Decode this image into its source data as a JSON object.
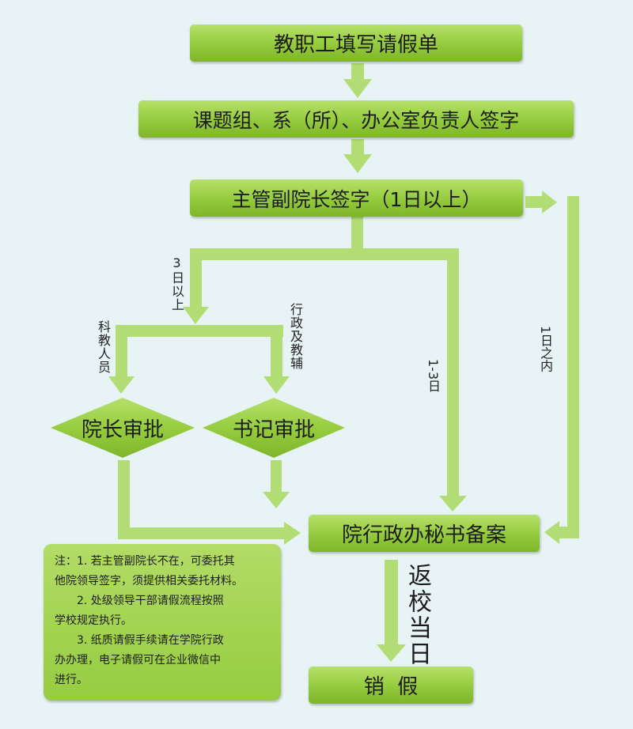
{
  "nodes": {
    "step1": "教职工填写请假单",
    "step2": "课题组、系（所）、办公室负责人签字",
    "step3": "主管副院长签字（1日以上）",
    "dean": "院长审批",
    "secretary": "书记审批",
    "filing": "院行政办秘书备案",
    "close": "销  假"
  },
  "edge_labels": {
    "over3": "3日以上",
    "research": "科教人员",
    "admin": "行政及教辅",
    "days13": "1-3日",
    "within1": "1日之内",
    "sameday": "返校当日"
  },
  "note": {
    "line1": "注：1. 若主管副院长不在，可委托其",
    "line2": "他院领导签字，须提供相关委托材料。",
    "line3": "2. 处级领导干部请假流程按照",
    "line4": "学校规定执行。",
    "line5": "3. 纸质请假手续请在学院行政",
    "line6": "办办理，电子请假可在企业微信中",
    "line7": "进行。"
  },
  "colors": {
    "background": "#e7f3f5",
    "box_green": "#94cb3c",
    "connector_green": "#b7df78",
    "arrow_green": "#a7d660"
  }
}
